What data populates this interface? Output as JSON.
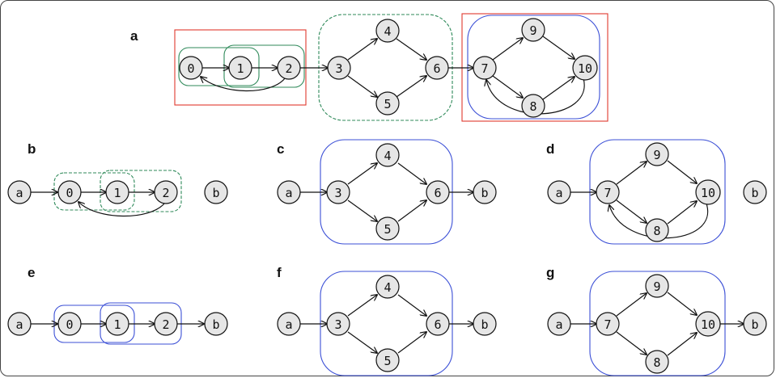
{
  "colors": {
    "red": "#e0392f",
    "green": "#2f8a5a",
    "blue": "#3b4fd6",
    "node_fill": "#e6e6e6",
    "ink": "#111111"
  },
  "panels": {
    "a": {
      "label": "a",
      "nodes": [
        "0",
        "1",
        "2",
        "3",
        "4",
        "5",
        "6",
        "7",
        "9",
        "8",
        "10"
      ]
    },
    "b": {
      "label": "b",
      "nodes": [
        "a",
        "0",
        "1",
        "2",
        "b"
      ]
    },
    "c": {
      "label": "c",
      "nodes": [
        "a",
        "3",
        "4",
        "5",
        "6",
        "b"
      ]
    },
    "d": {
      "label": "d",
      "nodes": [
        "a",
        "7",
        "9",
        "8",
        "10",
        "b"
      ]
    },
    "e": {
      "label": "e",
      "nodes": [
        "a",
        "0",
        "1",
        "2",
        "b"
      ]
    },
    "f": {
      "label": "f",
      "nodes": [
        "a",
        "3",
        "4",
        "5",
        "6",
        "b"
      ]
    },
    "g": {
      "label": "g",
      "nodes": [
        "a",
        "7",
        "9",
        "8",
        "10",
        "b"
      ]
    }
  }
}
